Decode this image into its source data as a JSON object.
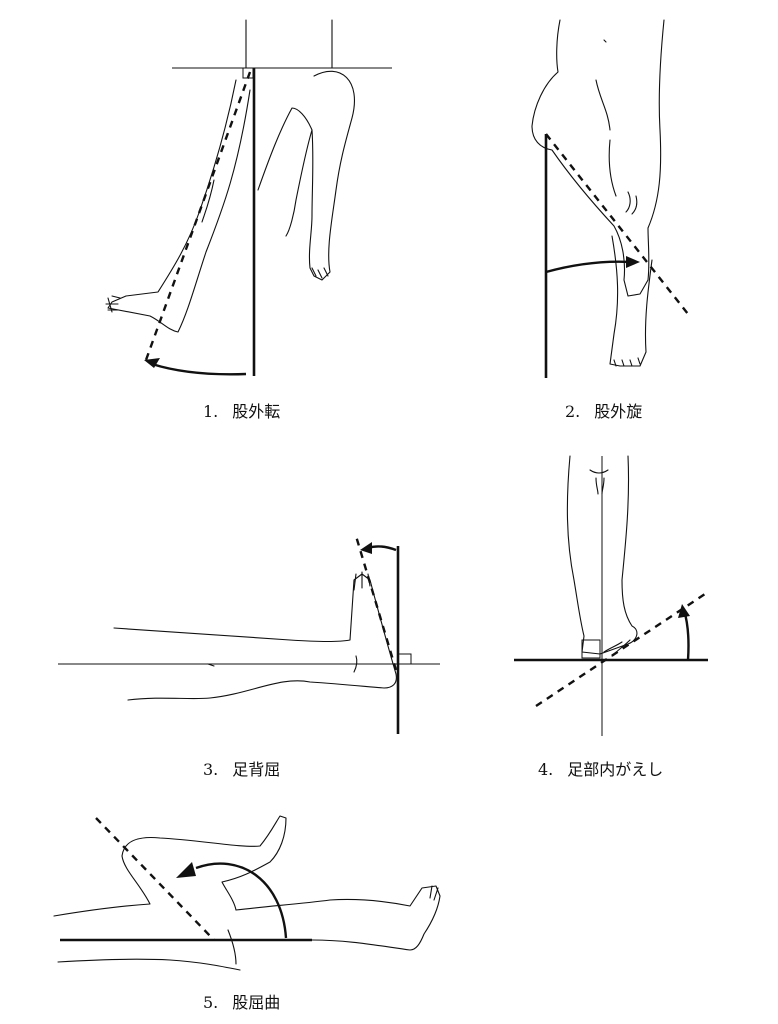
{
  "figures": [
    {
      "number": "1.",
      "label": "股外転"
    },
    {
      "number": "2.",
      "label": "股外旋"
    },
    {
      "number": "3.",
      "label": "足背屈"
    },
    {
      "number": "4.",
      "label": "足部内がえし"
    },
    {
      "number": "5.",
      "label": "股屈曲"
    }
  ]
}
